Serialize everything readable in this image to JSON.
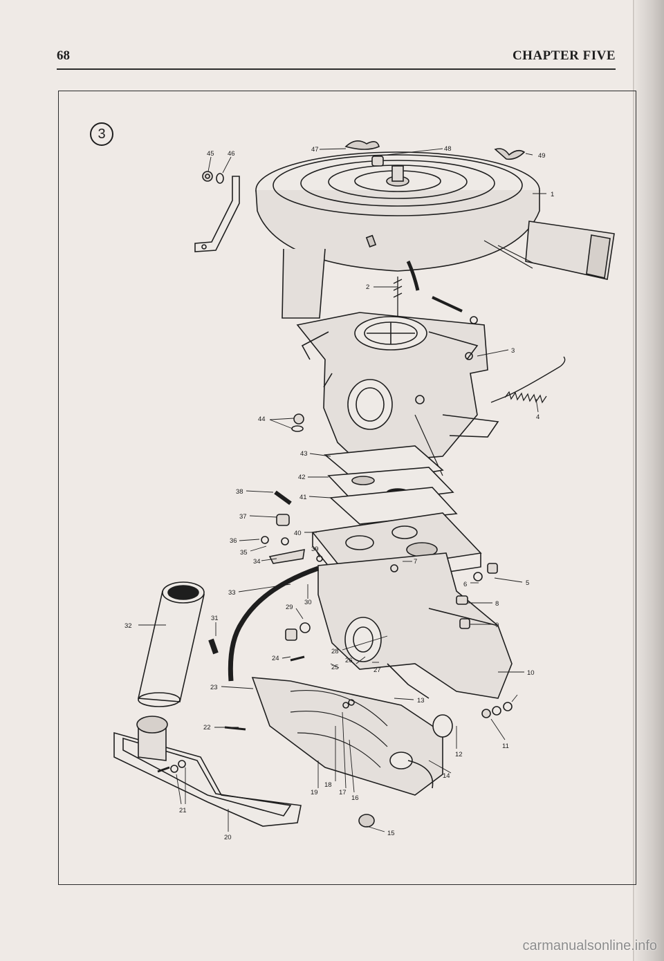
{
  "header": {
    "page_number": "68",
    "chapter_title": "CHAPTER FIVE"
  },
  "figure": {
    "number": "3",
    "callouts": [
      "1",
      "2",
      "3",
      "4",
      "5",
      "6",
      "7",
      "8",
      "9",
      "10",
      "11",
      "12",
      "13",
      "14",
      "15",
      "16",
      "17",
      "18",
      "19",
      "20",
      "21",
      "22",
      "23",
      "24",
      "25",
      "26",
      "27",
      "28",
      "29",
      "30",
      "31",
      "32",
      "33",
      "34",
      "35",
      "36",
      "37",
      "38",
      "39",
      "40",
      "41",
      "42",
      "43",
      "44",
      "45",
      "46",
      "47",
      "48",
      "49"
    ]
  },
  "watermark": "carmanualsonline.info"
}
